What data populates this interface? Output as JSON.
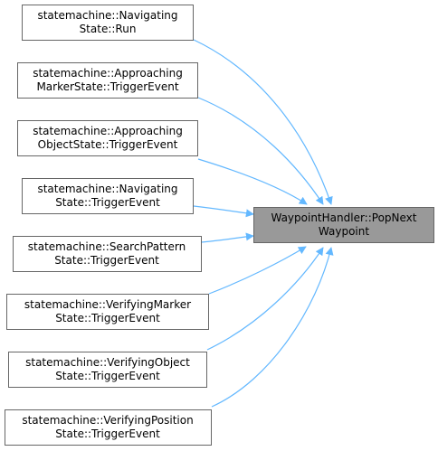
{
  "diagram": {
    "type": "doxygen-caller-graph",
    "colors": {
      "edge": "#63b8ff",
      "node_border": "#666666",
      "node_fill": "#ffffff",
      "target_fill": "#999999",
      "target_border": "#666666"
    },
    "target": {
      "lines": [
        "WaypointHandler::PopNext",
        "Waypoint"
      ]
    },
    "callers": [
      {
        "lines": [
          "statemachine::Navigating",
          "State::Run"
        ]
      },
      {
        "lines": [
          "statemachine::Approaching",
          "MarkerState::TriggerEvent"
        ]
      },
      {
        "lines": [
          "statemachine::Approaching",
          "ObjectState::TriggerEvent"
        ]
      },
      {
        "lines": [
          "statemachine::Navigating",
          "State::TriggerEvent"
        ]
      },
      {
        "lines": [
          "statemachine::SearchPattern",
          "State::TriggerEvent"
        ]
      },
      {
        "lines": [
          "statemachine::VerifyingMarker",
          "State::TriggerEvent"
        ]
      },
      {
        "lines": [
          "statemachine::VerifyingObject",
          "State::TriggerEvent"
        ]
      },
      {
        "lines": [
          "statemachine::VerifyingPosition",
          "State::TriggerEvent"
        ]
      }
    ]
  }
}
